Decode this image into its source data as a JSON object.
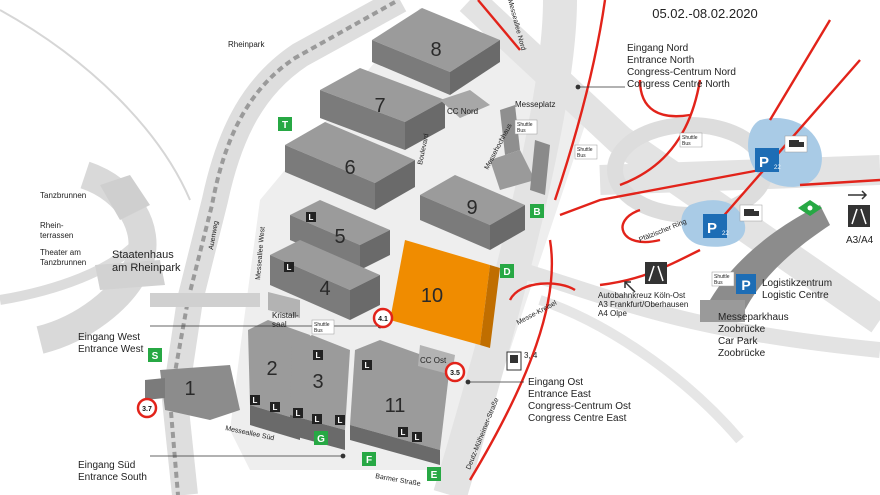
{
  "header": {
    "dates": "05.02.-08.02.2020"
  },
  "halls": [
    {
      "id": "1",
      "label": "1"
    },
    {
      "id": "2",
      "label": "2"
    },
    {
      "id": "3",
      "label": "3"
    },
    {
      "id": "4",
      "label": "4"
    },
    {
      "id": "5",
      "label": "5"
    },
    {
      "id": "6",
      "label": "6"
    },
    {
      "id": "7",
      "label": "7"
    },
    {
      "id": "8",
      "label": "8"
    },
    {
      "id": "9",
      "label": "9"
    },
    {
      "id": "10",
      "label": "10"
    },
    {
      "id": "11",
      "label": "11"
    }
  ],
  "highlight_color": "#f08c00",
  "entrances": {
    "north": [
      "Eingang Nord",
      "Entrance North",
      "Congress-Centrum Nord",
      "Congress Centre North"
    ],
    "west": [
      "Eingang West",
      "Entrance West"
    ],
    "east": [
      "Eingang Ost",
      "Entrance East",
      "Congress-Centrum Ost",
      "Congress Centre East"
    ],
    "south": [
      "Eingang Süd",
      "Entrance South"
    ]
  },
  "places": {
    "rheinpark": "Rheinpark",
    "tanzbrunnen": "Tanzbrunnen",
    "rheinterrassen": [
      "Rhein-",
      "terrassen"
    ],
    "theater": [
      "Theater am",
      "Tanzbrunnen"
    ],
    "staatenhaus": [
      "Staatenhaus",
      "am Rheinpark"
    ],
    "cc_nord": "CC Nord",
    "cc_ost": "CC Ost",
    "messeplatz": "Messeplatz",
    "kristallsaal": [
      "Kristall-",
      "saal"
    ],
    "messehochhaus": "Messehochhaus",
    "boulevard": "Boulevard",
    "messeallee_west": "Messeallee West",
    "messeallee_sued": "Messeallee Süd",
    "messeallee_nord": "Messeallee Nord",
    "auenweg": "Auenweg",
    "barmer": "Barmer Straße",
    "deutz": "Deutz-Mülheimer-Straße",
    "messe_kreisel": "Messe-Kreisel",
    "pfaelzischer_ring": "Pfälzischer Ring",
    "tram_lines": "3, 4"
  },
  "autobahn": [
    "Autobahnkreuz Köln-Ost",
    "A3 Frankfurt/Oberhausen",
    "A4 Olpe"
  ],
  "a3a4": "A3/A4",
  "logistics": [
    "Logistikzentrum",
    "Logistic Centre"
  ],
  "parkhaus": [
    "Messeparkhaus",
    "Zoobrücke",
    "Car Park",
    "Zoobrücke"
  ],
  "parking_labels": {
    "p22_upper": "22",
    "p22_lower": "22"
  },
  "shuttle": [
    "Shuttle",
    "Bus"
  ],
  "gates": {
    "T": "T",
    "S": "S",
    "B": "B",
    "D": "D",
    "G": "G",
    "F": "F",
    "E": "E"
  },
  "height_limits": {
    "h37": "3.7",
    "h41": "4.1",
    "h35": "3.5"
  },
  "colors": {
    "gate_green": "#27a844",
    "route_red": "#e2231a",
    "parking_blue": "#1d6db5",
    "lake": "#a9cbe6"
  }
}
